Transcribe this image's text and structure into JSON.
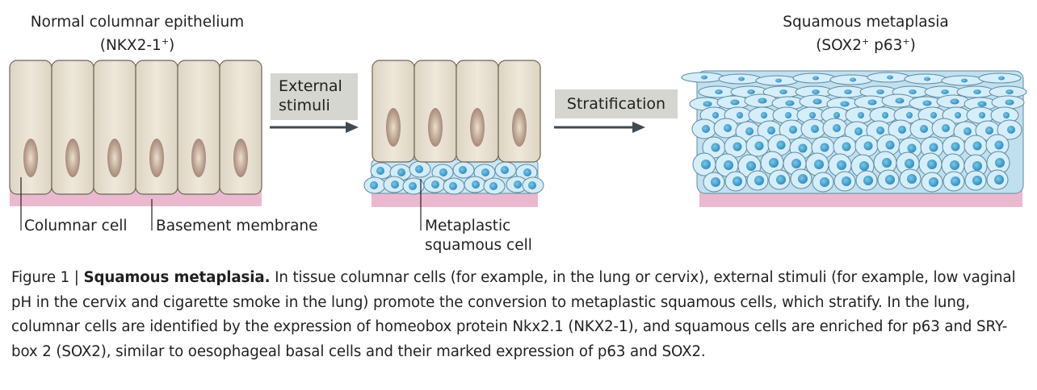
{
  "panel_left": {
    "title_line1": "Normal columnar epithelium",
    "title_line2_base": "(NKX2-1",
    "title_line2_sup": "+",
    "title_line2_end": ")",
    "label_columnar_cell": "Columnar cell",
    "label_basement_membrane": "Basement membrane"
  },
  "arrow1": {
    "line1": "External",
    "line2": "stimuli"
  },
  "panel_middle": {
    "label_line1": "Metaplastic",
    "label_line2": "squamous cell"
  },
  "arrow2": {
    "label": "Stratification"
  },
  "panel_right": {
    "title_line1": "Squamous metaplasia",
    "title_line2_a": "(SOX2",
    "title_line2_sup1": "+",
    "title_line2_b": " p63",
    "title_line2_sup2": "+",
    "title_line2_c": ")"
  },
  "caption": {
    "prefix": "Figure 1 | ",
    "bold": "Squamous metaplasia.",
    "body": " In tissue columnar cells (for example, in the lung or cervix), external stimuli (for example, low vaginal pH in the cervix and cigarette smoke in the lung) promote the conversion to metaplastic squamous cells, which stratify. In the lung, columnar cells are identified by the expression of homeobox protein Nkx2.1 (NKX2-1), and squamous cells are enriched for p63 and SRY-box 2 (SOX2), similar to oesophageal basal cells and their marked expression of p63 and SOX2."
  },
  "colors": {
    "columnar_fill": "#e8e1d2",
    "nucleus": "#b59a86",
    "squamous_fill": "#c9e6f3",
    "squamous_nucleus": "#3fa3d1",
    "membrane": "#eab9cf",
    "arrow": "#404a52"
  }
}
